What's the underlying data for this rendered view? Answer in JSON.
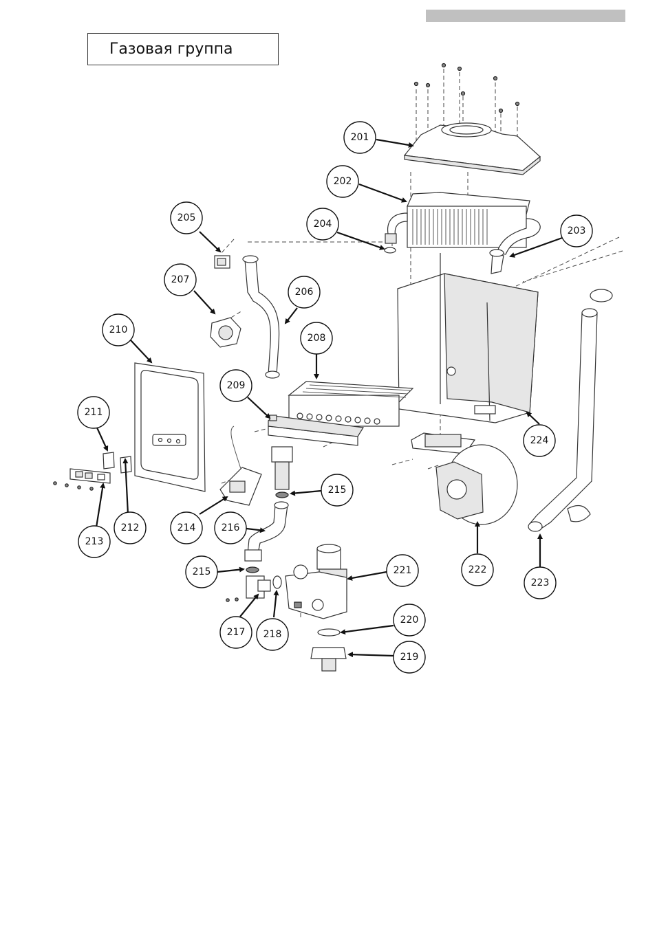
{
  "title": "Газовая группа",
  "colors": {
    "header_bar": "#c0c0c0",
    "line": "#333333",
    "background": "#ffffff"
  },
  "callouts": [
    {
      "label": "201"
    },
    {
      "label": "202"
    },
    {
      "label": "203"
    },
    {
      "label": "204"
    },
    {
      "label": "205"
    },
    {
      "label": "206"
    },
    {
      "label": "207"
    },
    {
      "label": "208"
    },
    {
      "label": "209"
    },
    {
      "label": "210"
    },
    {
      "label": "211"
    },
    {
      "label": "212"
    },
    {
      "label": "213"
    },
    {
      "label": "214"
    },
    {
      "label": "215"
    },
    {
      "label": "216"
    },
    {
      "label": "215"
    },
    {
      "label": "217"
    },
    {
      "label": "218"
    },
    {
      "label": "219"
    },
    {
      "label": "220"
    },
    {
      "label": "221"
    },
    {
      "label": "222"
    },
    {
      "label": "223"
    },
    {
      "label": "224"
    }
  ]
}
